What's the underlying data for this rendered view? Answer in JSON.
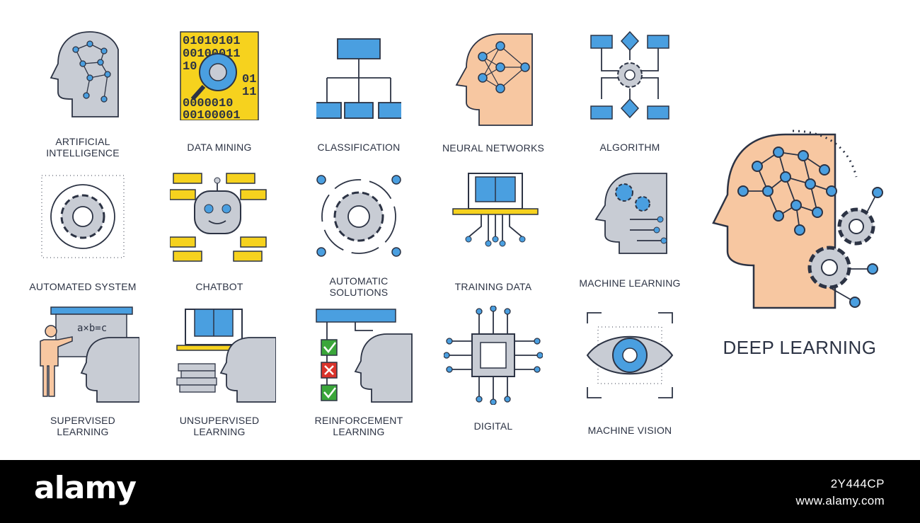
{
  "icons": [
    {
      "label_lines": [
        "ARTIFICIAL",
        "INTELLIGENCE"
      ],
      "icon": "ai-head-network-icon"
    },
    {
      "label_lines": [
        "DATA MINING"
      ],
      "icon": "data-mining-icon"
    },
    {
      "label_lines": [
        "CLASSIFICATION"
      ],
      "icon": "classification-hierarchy-icon"
    },
    {
      "label_lines": [
        "NEURAL NETWORKS"
      ],
      "icon": "neural-network-head-icon"
    },
    {
      "label_lines": [
        "ALGORITHM"
      ],
      "icon": "algorithm-flowchart-icon"
    },
    {
      "label_lines": [
        "AUTOMATED SYSTEM"
      ],
      "icon": "automated-gear-icon"
    },
    {
      "label_lines": [
        "CHATBOT"
      ],
      "icon": "chatbot-robot-icon"
    },
    {
      "label_lines": [
        "AUTOMATIC",
        "SOLUTIONS"
      ],
      "icon": "automatic-solutions-gear-icon"
    },
    {
      "label_lines": [
        "TRAINING DATA"
      ],
      "icon": "training-data-laptop-icon"
    },
    {
      "label_lines": [
        "MACHINE LEARNING"
      ],
      "icon": "machine-learning-head-gears-icon"
    },
    {
      "label_lines": [
        "SUPERVISED",
        "LEARNING"
      ],
      "icon": "supervised-learning-teacher-icon"
    },
    {
      "label_lines": [
        "UNSUPERVISED",
        "LEARNING"
      ],
      "icon": "unsupervised-learning-books-icon"
    },
    {
      "label_lines": [
        "REINFORCEMENT",
        "LEARNING"
      ],
      "icon": "reinforcement-learning-checklist-icon"
    },
    {
      "label_lines": [
        "DIGITAL"
      ],
      "icon": "digital-chip-icon"
    },
    {
      "label_lines": [
        "MACHINE VISION"
      ],
      "icon": "machine-vision-eye-icon"
    }
  ],
  "icon_texts": {
    "binary_rows": [
      "01010101",
      "00100011",
      "10",
      "01",
      "11",
      "0000010",
      "00100001"
    ],
    "board_formula": "a×b=c"
  },
  "featured": {
    "label": "DEEP LEARNING",
    "icon": "deep-learning-head-icon"
  },
  "colors": {
    "blue": "#4a9fe0",
    "yellow": "#f6d21e",
    "skin": "#f7c7a1",
    "gray": "#c8ccd4",
    "outline": "#2c3344",
    "green": "#3aa63a",
    "red": "#d9332c"
  },
  "footer": {
    "brand": "alamy",
    "image_id": "2Y444CP",
    "site": "www.alamy.com"
  }
}
